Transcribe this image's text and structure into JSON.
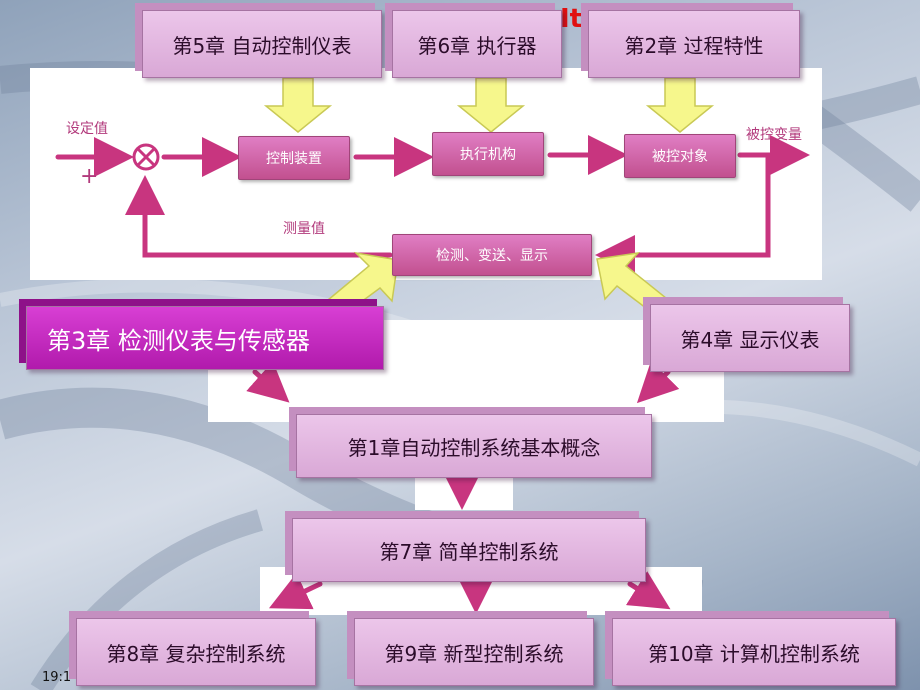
{
  "chapters": {
    "ch5": "第5章 自动控制仪表",
    "ch6": "第6章 执行器",
    "ch2": "第2章 过程特性",
    "ch3": "第3章 检测仪表与传感器",
    "ch4": "第4章 显示仪表",
    "ch1": "第1章自动控制系统基本概念",
    "ch7": "第7章 简单控制系统",
    "ch8": "第8章 复杂控制系统",
    "ch9": "第9章 新型控制系统",
    "ch10": "第10章 计算机控制系统"
  },
  "block_diagram": {
    "setpoint": "设定值",
    "plus": "+",
    "controller": "控制装置",
    "actuator": "执行机构",
    "process": "被控对象",
    "controlled_variable": "被控变量",
    "measured_value": "测量值",
    "sensor": "检测、变送、显示"
  },
  "title_fragment": "It",
  "slide_time": "19:1",
  "colors": {
    "loop_arrow": "#c8357f",
    "yellow_arrow": "#f6f78c",
    "chapter_box": "#d9a8d6",
    "highlight_box": "#c22ebd"
  }
}
